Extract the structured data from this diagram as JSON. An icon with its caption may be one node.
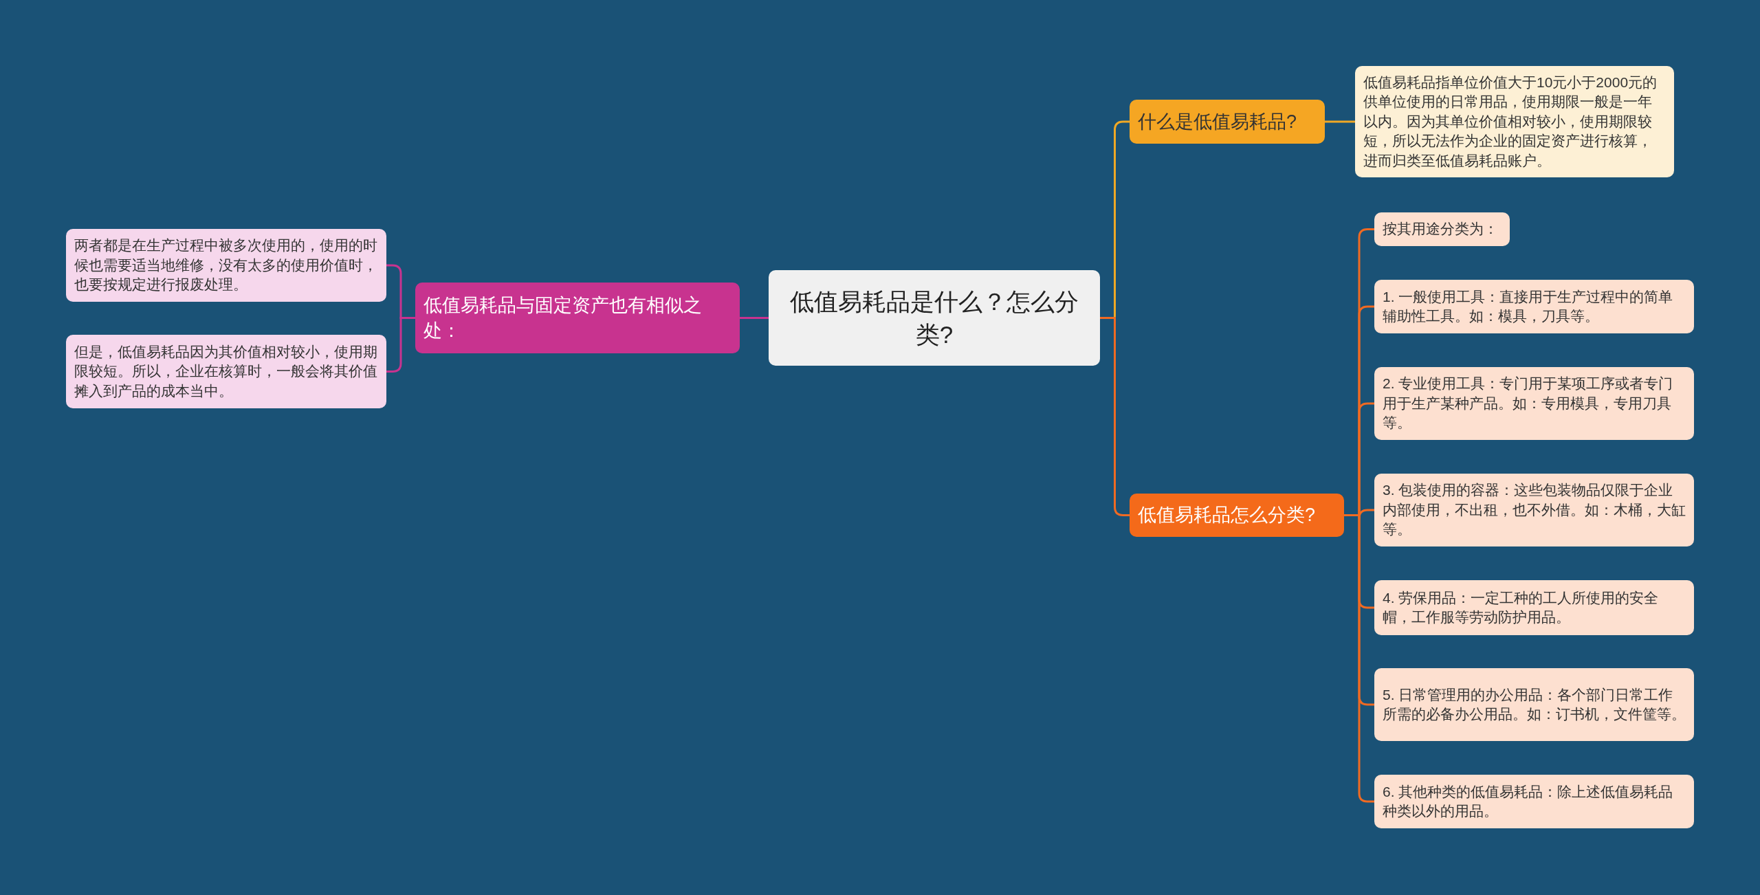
{
  "diagram": {
    "nodes": [
      {
        "text": [
          "低值易耗品是什么？怎么分类?"
        ]
      },
      {
        "text": [
          "什么是低值易耗品?"
        ]
      },
      {
        "text": [
          "低值易耗品指单位价值大于10元小于2000元的供单位使用的日常用品，使用期限一般是一年以内。因为其单位价值相对较小，使用期限较短，所以无法作为企业的固定资产进行核算，进而归类至低值易耗品账户。"
        ]
      },
      {
        "text": [
          "低值易耗品怎么分类?"
        ]
      },
      {
        "text": [
          "按其用途分类为："
        ]
      },
      {
        "text": [
          "1. 一般使用工具：直接用于生产过程中的简单辅助性工具。如：模具，刀具等。"
        ]
      },
      {
        "text": [
          "2. 专业使用工具：专门用于某项工序或者专门用于生产某种产品。如：专用模具，专用刀具等。"
        ]
      },
      {
        "text": [
          "3. 包装使用的容器：这些包装物品仅限于企业内部使用，不出租，也不外借。如：木桶，大缸等。"
        ]
      },
      {
        "text": [
          "4. 劳保用品：一定工种的工人所使用的安全帽，工作服等劳动防护用品。"
        ]
      },
      {
        "text": [
          "5. 日常管理用的办公用品：各个部门日常工作所需的必备办公用品。如：订书机，文件筐等。"
        ]
      },
      {
        "text": [
          "6. 其他种类的低值易耗品：除上述低值易耗品种类以外的用品。"
        ]
      },
      {
        "text": [
          "低值易耗品与固定资产也有相似之处："
        ]
      },
      {
        "text": [
          "两者都是在生产过程中被多次使用的，使用的时候也需要适当地维修，没有太多的使用价值时，也要按规定进行报废处理。"
        ]
      },
      {
        "text": [
          "但是，低值易耗品因为其价值相对较小，使用期限较短。所以，企业在核算时，一般会将其价值摊入到产品的成本当中。"
        ]
      }
    ],
    "edges": [
      {
        "from": 0,
        "to": 1,
        "arrow": "none",
        "color": "#f0a824"
      },
      {
        "from": 1,
        "to": 2,
        "arrow": "none",
        "color": "#f0a824"
      },
      {
        "from": 0,
        "to": 3,
        "arrow": "none"
      },
      {
        "from": 3,
        "to": 4,
        "arrow": "none"
      },
      {
        "from": 3,
        "to": 5,
        "arrow": "none"
      },
      {
        "from": 3,
        "to": 6,
        "arrow": "none"
      },
      {
        "from": 3,
        "to": 7,
        "arrow": "none"
      },
      {
        "from": 3,
        "to": 8,
        "arrow": "none"
      },
      {
        "from": 3,
        "to": 9,
        "arrow": "none"
      },
      {
        "from": 3,
        "to": 10,
        "arrow": "none"
      },
      {
        "from": 0,
        "to": 11,
        "arrow": "none",
        "color": "#c8338f"
      },
      {
        "from": 11,
        "to": 12,
        "arrow": "none",
        "color": "#c8338f"
      },
      {
        "from": 11,
        "to": 13,
        "arrow": "none",
        "color": "#c8338f"
      }
    ]
  }
}
